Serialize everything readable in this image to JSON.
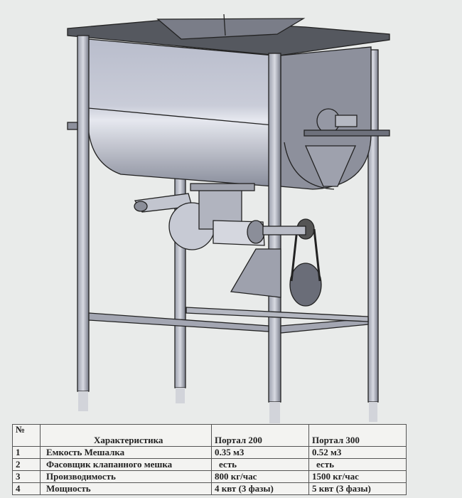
{
  "table": {
    "headers": {
      "num": "№",
      "characteristic": "Характеристика",
      "model1": "Портал 200",
      "model2": "Портал 300"
    },
    "rows": [
      {
        "num": "1",
        "name": "Емкость Мешалка",
        "model1": "0.35 м3",
        "model2": "0.52 м3"
      },
      {
        "num": "2",
        "name": "Фасовщик клапанного мешка",
        "model1": "есть",
        "model2": "есть"
      },
      {
        "num": "3",
        "name": "Производимость",
        "model1": "800 кг/час",
        "model2": "1500 кг/час"
      },
      {
        "num": "4",
        "name": "Мощность",
        "model1": "4 квт (3 фазы)",
        "model2": "5 квт (3 фазы)"
      }
    ]
  }
}
